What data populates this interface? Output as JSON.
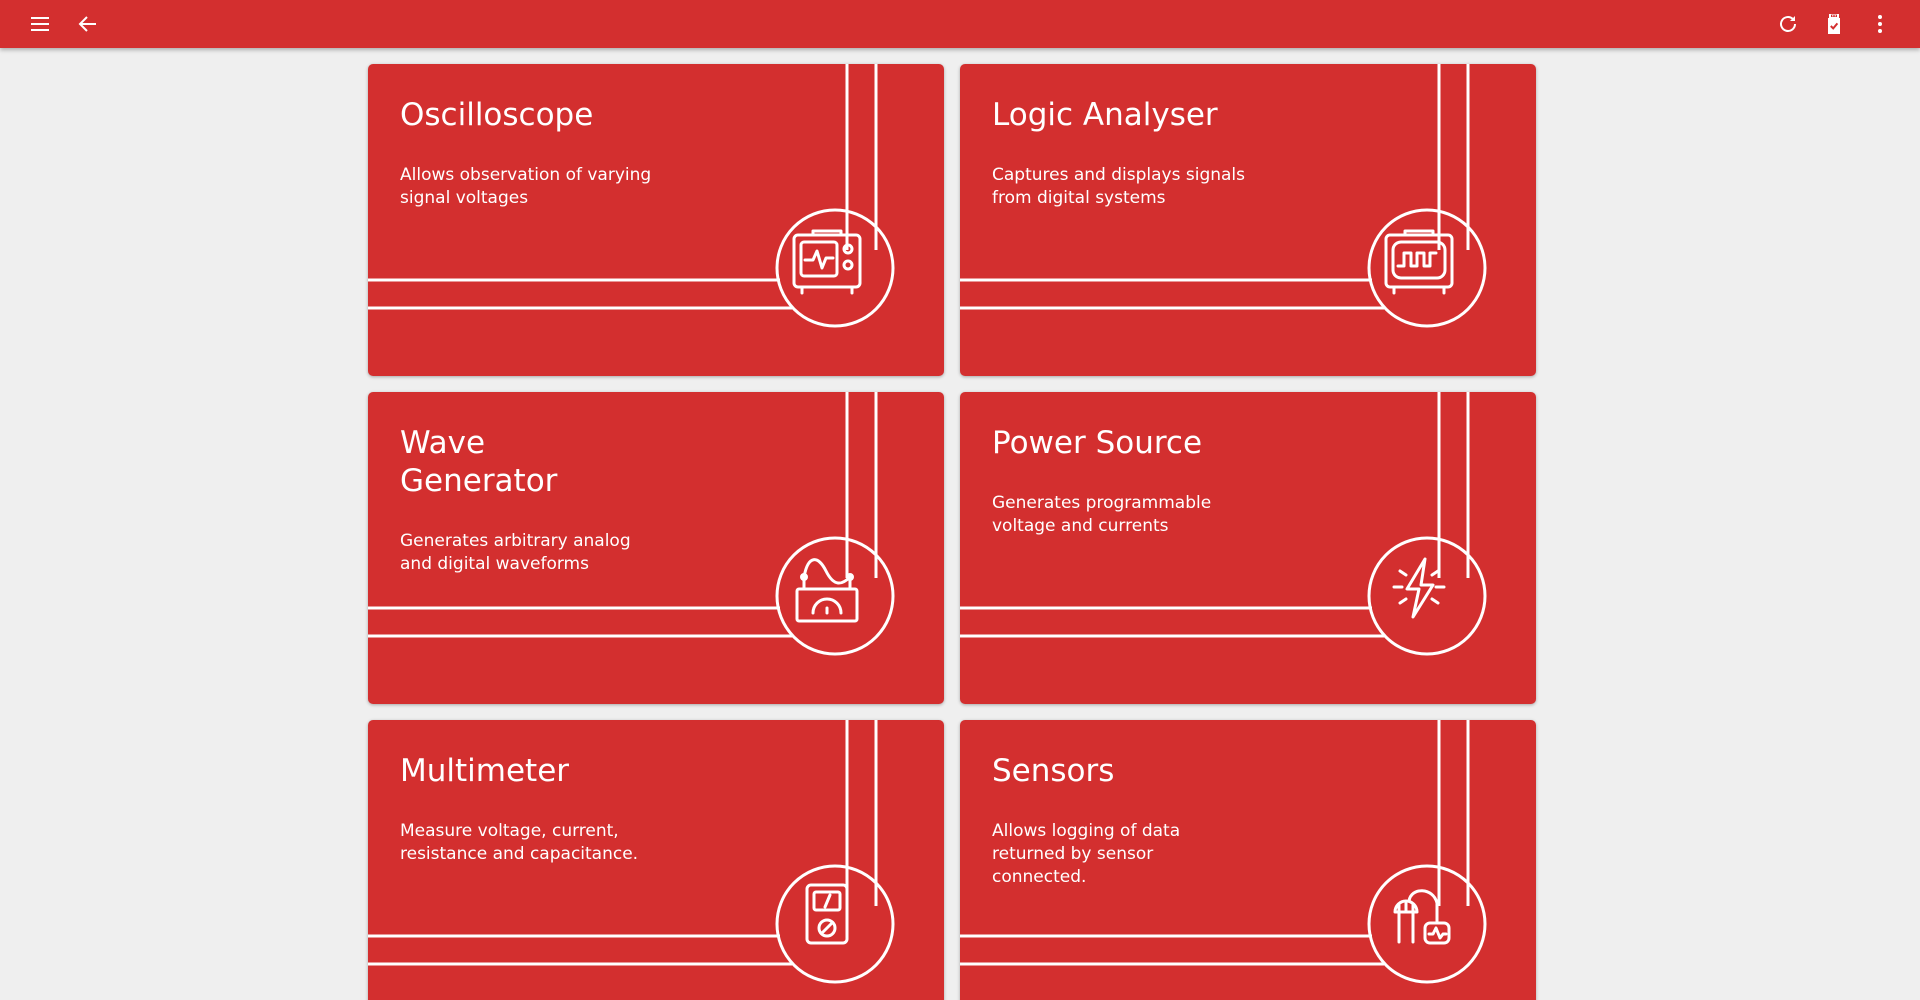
{
  "app": {
    "accent_color": "#d32f2f",
    "background_color": "#efefef"
  },
  "toolbar": {
    "menu_icon": "hamburger-menu-icon",
    "back_icon": "arrow-back-icon",
    "refresh_icon": "refresh-icon",
    "device_icon": "usb-device-connected-icon",
    "more_icon": "more-vertical-icon"
  },
  "instruments": [
    {
      "title": "Oscilloscope",
      "description": "Allows observation of varying signal voltages",
      "icon": "oscilloscope-icon"
    },
    {
      "title": "Logic Analyser",
      "description": "Captures and displays signals from digital systems",
      "icon": "logic-analyser-icon"
    },
    {
      "title": "Wave Generator",
      "description": "Generates arbitrary analog and digital waveforms",
      "icon": "wave-generator-icon"
    },
    {
      "title": "Power Source",
      "description": "Generates programmable voltage and currents",
      "icon": "power-source-icon"
    },
    {
      "title": "Multimeter",
      "description": "Measure voltage, current, resistance and capacitance.",
      "icon": "multimeter-icon"
    },
    {
      "title": "Sensors",
      "description": "Allows logging of data returned by sensor connected.",
      "icon": "sensors-icon"
    }
  ]
}
